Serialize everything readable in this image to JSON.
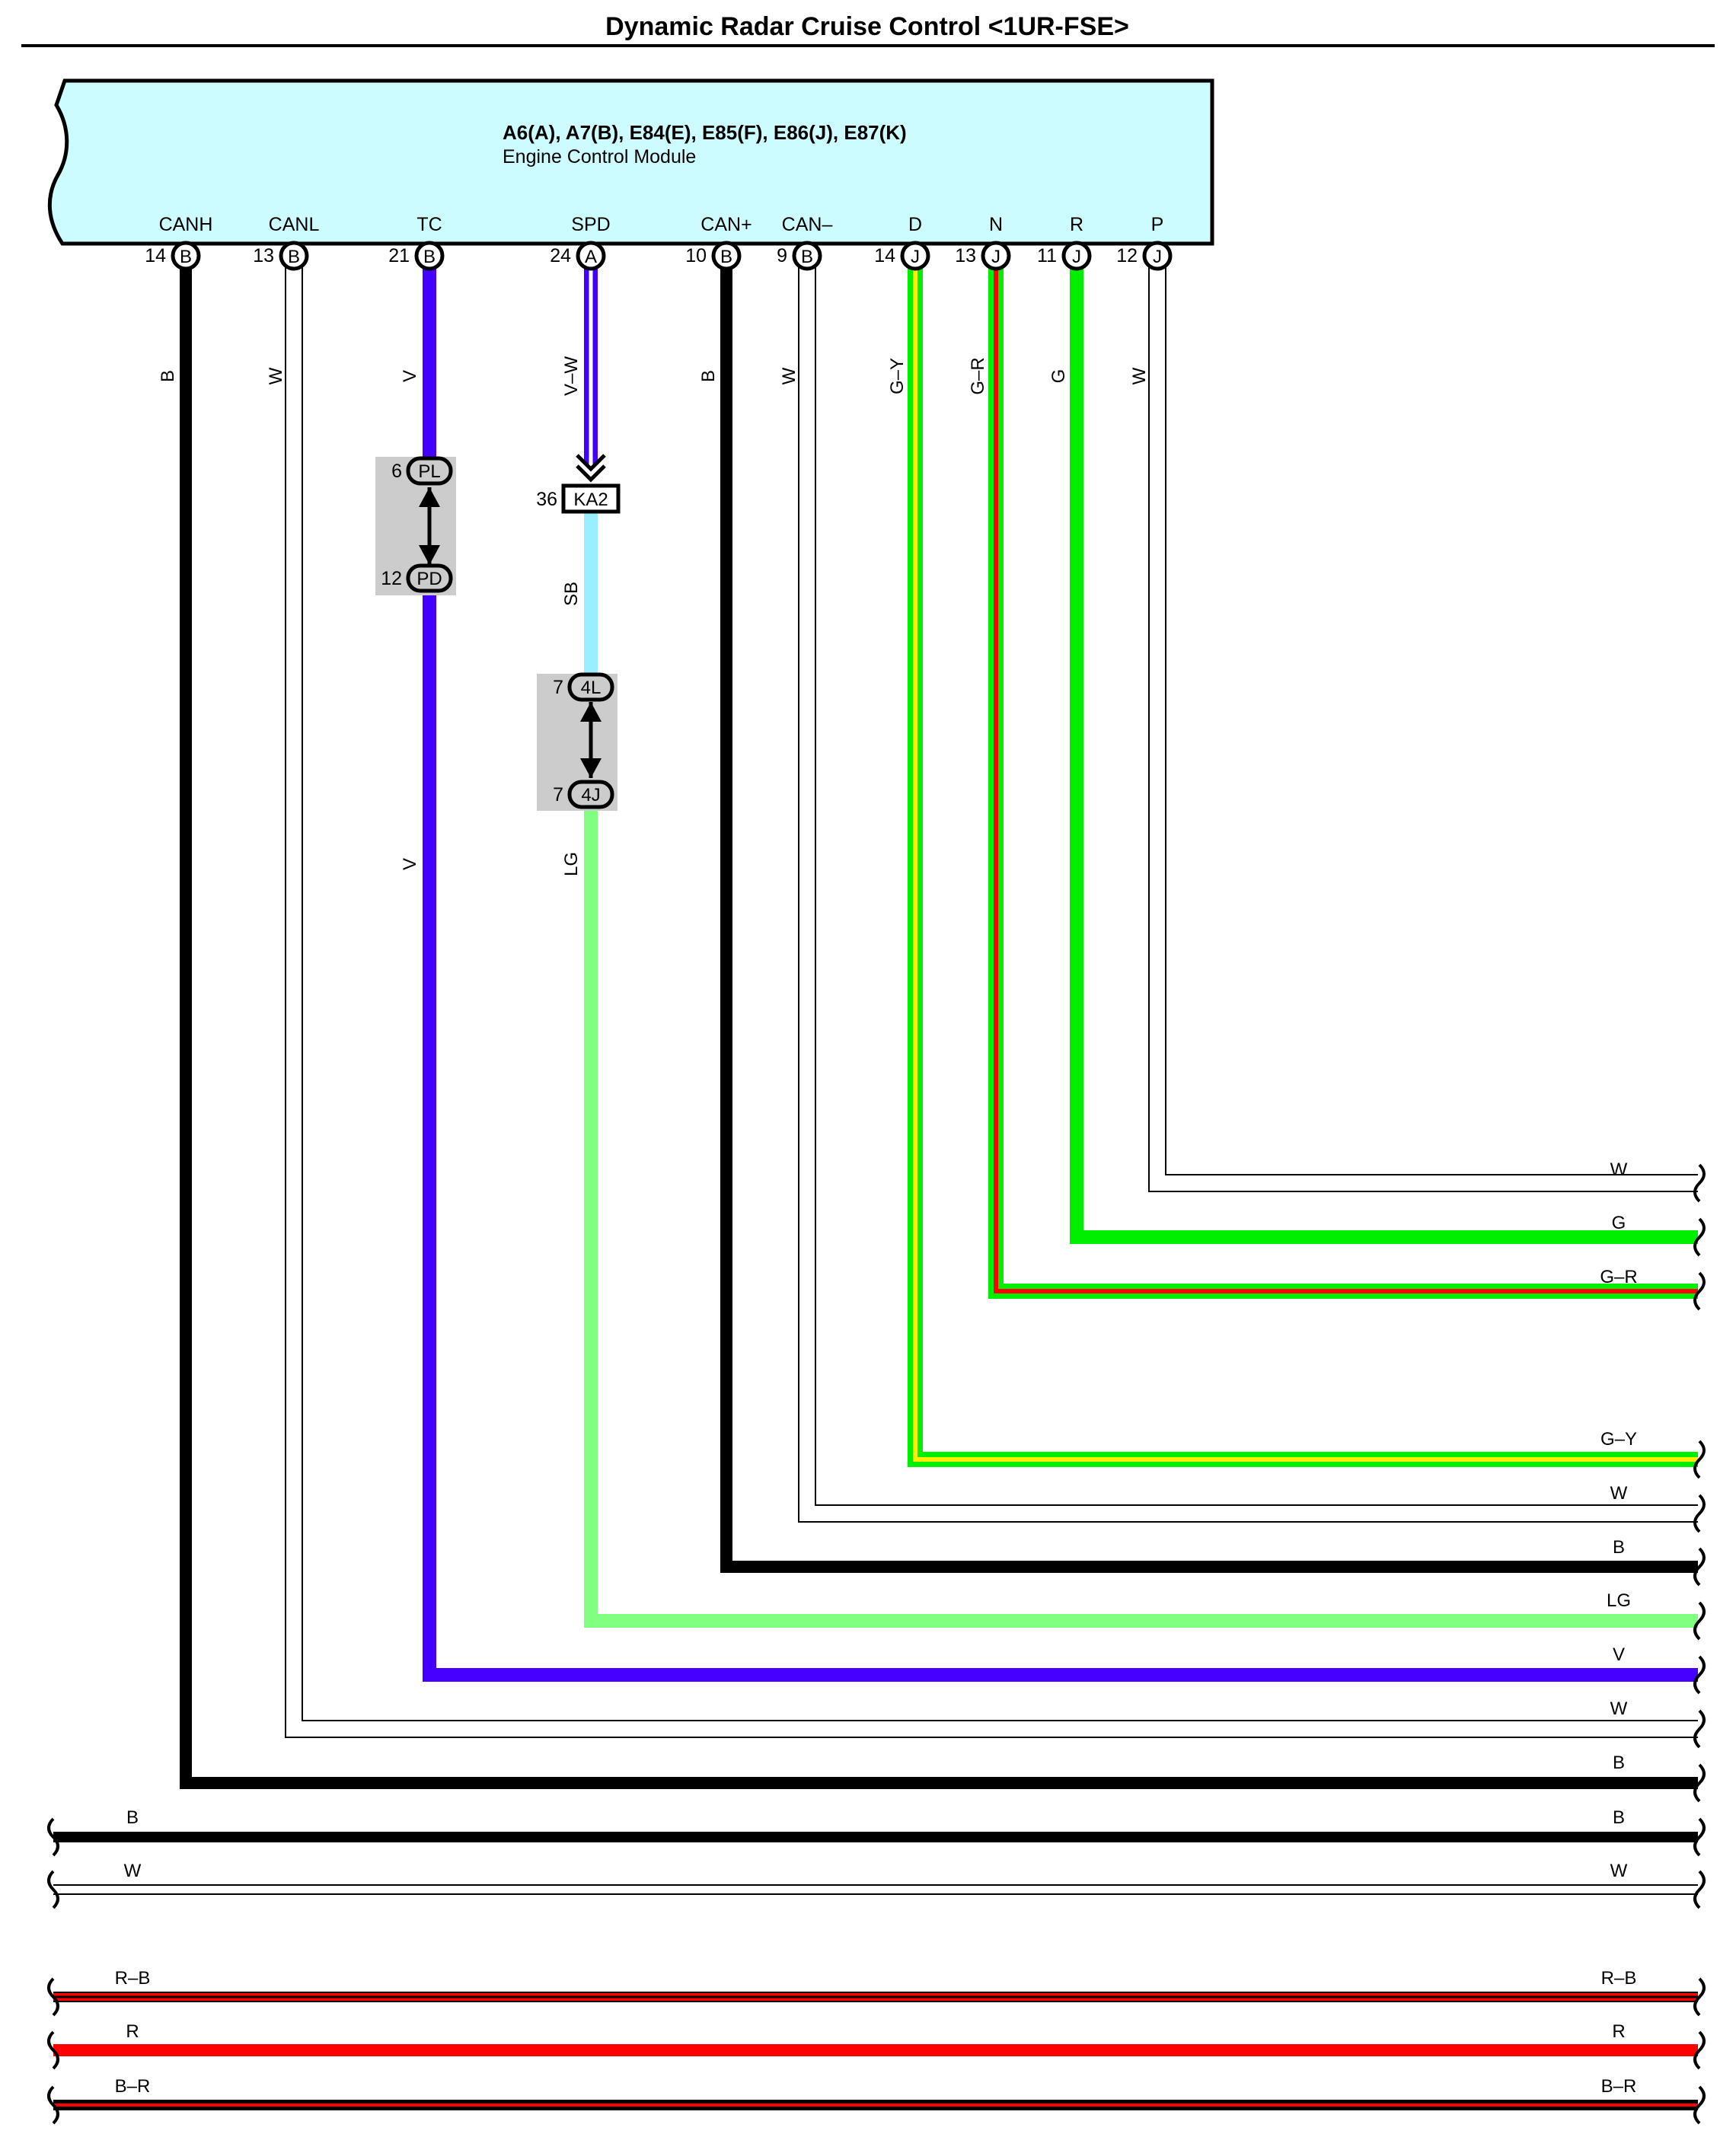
{
  "title": "Dynamic Radar Cruise Control <1UR-FSE>",
  "ecm": {
    "connectors": "A6(A), A7(B), E84(E), E85(F), E86(J), E87(K)",
    "name": "Engine Control Module",
    "fill": "#ccfcff"
  },
  "colors": {
    "B": "#000000",
    "W": "#ffffff",
    "V": "#4400ff",
    "SB": "#99eeff",
    "LG": "#80ff80",
    "G": "#00ee00",
    "Y": "#ffee00",
    "R": "#ff0000",
    "connector_box": "#cccccc"
  },
  "pins": [
    {
      "name": "CANH",
      "num": "14",
      "conn": "B",
      "wire": "B"
    },
    {
      "name": "CANL",
      "num": "13",
      "conn": "B",
      "wire": "W"
    },
    {
      "name": "TC",
      "num": "21",
      "conn": "B",
      "wire": "V"
    },
    {
      "name": "SPD",
      "num": "24",
      "conn": "A",
      "wire": "V–W"
    },
    {
      "name": "CAN+",
      "num": "10",
      "conn": "B",
      "wire": "B"
    },
    {
      "name": "CAN–",
      "num": "9",
      "conn": "B",
      "wire": "W"
    },
    {
      "name": "D",
      "num": "14",
      "conn": "J",
      "wire": "G–Y"
    },
    {
      "name": "N",
      "num": "13",
      "conn": "J",
      "wire": "G–R"
    },
    {
      "name": "R",
      "num": "11",
      "conn": "J",
      "wire": "G"
    },
    {
      "name": "P",
      "num": "12",
      "conn": "J",
      "wire": "W"
    }
  ],
  "inline_connectors": {
    "pl": {
      "num": "6",
      "name": "PL"
    },
    "pd": {
      "num": "12",
      "name": "PD"
    },
    "ka2": {
      "num": "36",
      "name": "KA2"
    },
    "c4l": {
      "num": "7",
      "name": "4L"
    },
    "c4j": {
      "num": "7",
      "name": "4J"
    }
  },
  "segment_labels": {
    "tc_lower": "V",
    "spd_middle": "SB",
    "spd_lower": "LG"
  },
  "right_wires": [
    "W",
    "G",
    "G–R",
    "G–Y",
    "W",
    "B",
    "LG",
    "V",
    "W",
    "B"
  ],
  "through_wires": [
    {
      "left": "B",
      "right": "B"
    },
    {
      "left": "W",
      "right": "W"
    },
    {
      "left": "R–B",
      "right": "R–B"
    },
    {
      "left": "R",
      "right": "R"
    },
    {
      "left": "B–R",
      "right": "B–R"
    }
  ]
}
